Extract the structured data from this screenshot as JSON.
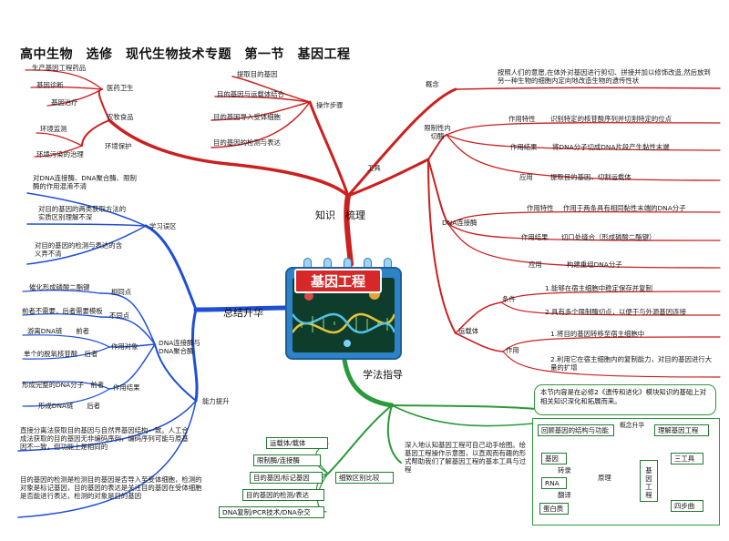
{
  "title": "高中生物　选修　现代生物技术专题　第一节　基因工程",
  "center": {
    "label": "基因工程"
  },
  "hubs": {
    "knowledge": "知识　梳理",
    "summary": "总结升华",
    "method": "学法指导"
  },
  "topLeft": {
    "applications": {
      "yiliao": "医药卫生",
      "yiliao_items": [
        "生产基因工程药品",
        "基因诊断",
        "基因治疗"
      ],
      "nongmu": "农牧食品",
      "huanjing": "环境保护",
      "huanjing_items": [
        "环境监测",
        "环境污染的治理"
      ]
    },
    "steps": {
      "label": "操作步骤",
      "items": [
        "提取目的基因",
        "目的基因与运载体结合",
        "目的基因导入受体细胞",
        "目的基因的检测与表达"
      ]
    }
  },
  "right": {
    "concept": {
      "label": "概念",
      "text": "按照人们的意愿,在体外对基因进行剪切、拼接并加以修饰改造,然后放到另一种生物的细胞内定向地改造生物的遗传性状"
    },
    "tools": "工具",
    "enzyme": {
      "label": "限制性内切酶",
      "rows": [
        {
          "k": "作用特性",
          "v": "识别特定的核苷酸序列并切割特定的位点"
        },
        {
          "k": "作用结果",
          "v": "将DNA分子切成DNA片段产生黏性末端"
        },
        {
          "k": "应用",
          "v": "提取目的基因、切割运载体"
        }
      ]
    },
    "ligase": {
      "label": "DNA连接酶",
      "rows": [
        {
          "k": "作用特性",
          "v": "作用于两条具有相同黏性末端的DNA分子"
        },
        {
          "k": "作用结果",
          "v": "切口处缝合（形成磷酸二酯键）"
        },
        {
          "k": "应用",
          "v": "构建重组DNA分子"
        }
      ]
    },
    "vector": {
      "label": "运载体",
      "cond": "条件",
      "cond_items": [
        "1.能够在宿主细胞中稳定保存并复制",
        "2.具有多个限制酶切点，以便于与外源基因连接"
      ],
      "role": "作用",
      "role_items": [
        "1.将目的基因转移至宿主细胞中",
        "2.利用它在宿主细胞内的复制能力，对目的基因进行大量的扩增"
      ]
    }
  },
  "leftBlue": {
    "study": {
      "label": "学习误区",
      "items": [
        "对DNA连接酶、DNA聚合酶、限制酶的作用混淆不清",
        "对目的基因的两类获取方法的实质区别理解不深",
        "对目的基因的检测与表达的含义弄不清"
      ]
    },
    "ability": {
      "label": "能力提升",
      "compare": "DNA连接酶与DNA聚合酶",
      "same": "相同点",
      "same_text": "催化形成磷酸二酯键",
      "diff": "不同点",
      "diff_text": "前者不需要，后者需要模板",
      "target": "作用对象",
      "target_a": "游离DNA链　　前者",
      "target_b": "单个的脱氧核苷酸　后者",
      "result": "作用结果",
      "result_a": "形成完整的DNA分子　前者",
      "result_b": "形成DNA链　　后者",
      "para1": "直接分离法获取目的基因与自然界基因结构一致。人工合成法获取的目的基因无非编码序列，编码序列可能与原基因不一致，但功能上是相同的",
      "para2": "目的基因的检测是检测目的基因是否导入至受体细胞，检测的对象是标记基因，目的基因的表达是关注目的基因在受体细胞是否能进行表达，检测的对象是目的基因"
    }
  },
  "method": {
    "compare": {
      "label": "细致区别比较",
      "items": [
        "运载体/载体",
        "限制酶/连接酶",
        "目的基因/标记基因",
        "目的基因的检测/表达",
        "DNA复制/PCR技术/DNA杂交"
      ]
    },
    "guide": "深入地认知基因工程可自己动手绘图。绘基因工程操作示意图，以直观而有趣的形式帮助我们了解基因工程的基本工具与过程",
    "intro": "本节内容是在必修2《遗传和进化》模块知识的基础上对相关知识深化和拓展而来。",
    "flow": {
      "review": "回顾基因的结构与功能",
      "arrow": "概念升华",
      "understand": "理解基因工程",
      "gene": "基因",
      "transfer": "转录",
      "rna": "RNA",
      "translate": "翻译",
      "protein": "蛋白质",
      "principle": "原理",
      "core": "基因工程",
      "tools3": "三工具",
      "steps4": "四步曲"
    }
  },
  "colors": {
    "red": "#cc1f1f",
    "blue": "#1e4fd6",
    "green": "#2a9a3a"
  }
}
